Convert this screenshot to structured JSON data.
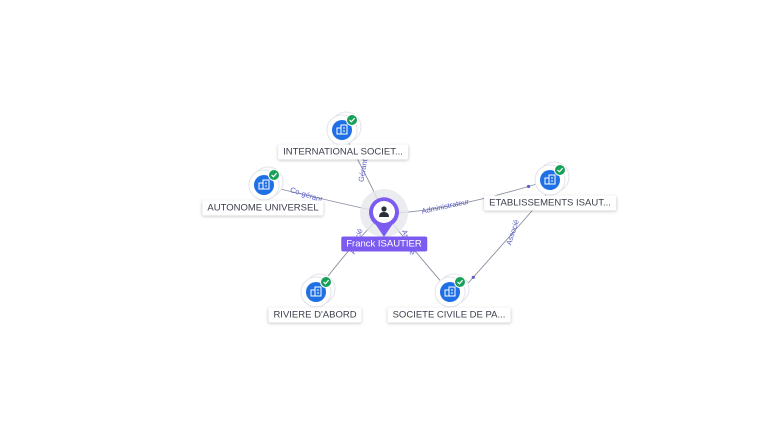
{
  "center": {
    "name": "Franck ISAUTIER",
    "icon": "person-icon",
    "color": "#7c5cf0"
  },
  "companies": [
    {
      "id": "international",
      "name": "INTERNATIONAL SOCIET...",
      "icon": "building-icon",
      "status": "verified-check-icon",
      "edge_label": "Gérant"
    },
    {
      "id": "autonome",
      "name": "AUTONOME UNIVERSEL",
      "icon": "building-icon",
      "status": "verified-check-icon",
      "edge_label": "Co-gérant"
    },
    {
      "id": "etablissements",
      "name": "ETABLISSEMENTS ISAUT...",
      "icon": "building-icon",
      "status": "verified-check-icon",
      "edge_label": "Administrateur"
    },
    {
      "id": "riviere",
      "name": "RIVIERE D'ABORD",
      "icon": "building-icon",
      "status": "verified-check-icon",
      "edge_label": "Associé"
    },
    {
      "id": "societe",
      "name": "SOCIETE CIVILE DE PA...",
      "icon": "building-icon",
      "status": "verified-check-icon",
      "edge_label": "Associé"
    }
  ],
  "secondary_edges": [
    {
      "from": "etablissements",
      "to": "societe",
      "label": "Associé"
    }
  ],
  "colors": {
    "company_icon": "#1f6fe5",
    "check_badge": "#18a058",
    "edge": "#8a8fa0",
    "edge_label": "#5b5fc7"
  }
}
